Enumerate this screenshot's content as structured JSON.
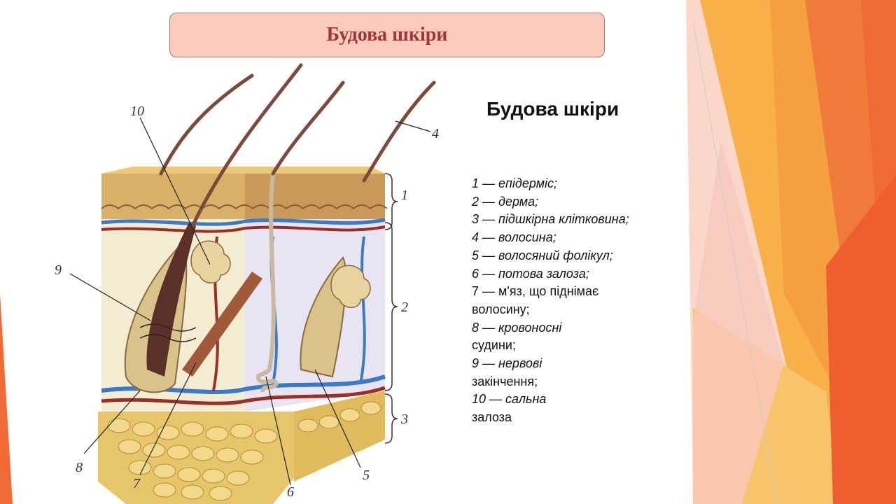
{
  "slide_title": "Будова шкіри",
  "panel_title": "Будова шкіри",
  "legend": [
    {
      "text": "1 — епідерміс;",
      "italic": true
    },
    {
      "text": " 2 — дерма;",
      "italic": true
    },
    {
      "text": "3 — підшкірна клітковина;",
      "italic": true
    },
    {
      "text": "4 — волосина;",
      "italic": true
    },
    {
      "text": "5 — волосяний фолікул;",
      "italic": true
    },
    {
      "text": "6 — потова залоза;",
      "italic": true
    },
    {
      "text": "7 — м'яз, що піднімає",
      "italic": false
    },
    {
      "text": "волосину;",
      "italic": false
    },
    {
      "text": " 8 — кровоносні",
      "italic": true
    },
    {
      "text": "судини;",
      "italic": false
    },
    {
      "text": "9 — нервові",
      "italic": true
    },
    {
      "text": "закінчення;",
      "italic": false
    },
    {
      "text": " 10 — сальна",
      "italic": true
    },
    {
      "text": "залоза",
      "italic": false
    }
  ],
  "callouts": [
    "1",
    "2",
    "3",
    "4",
    "5",
    "6",
    "7",
    "8",
    "9",
    "10"
  ],
  "colors": {
    "title_fill": "#fccbbd",
    "title_text": "#a0343a",
    "accent_orange": "#f06a32",
    "accent_yellow": "#f7b733"
  }
}
